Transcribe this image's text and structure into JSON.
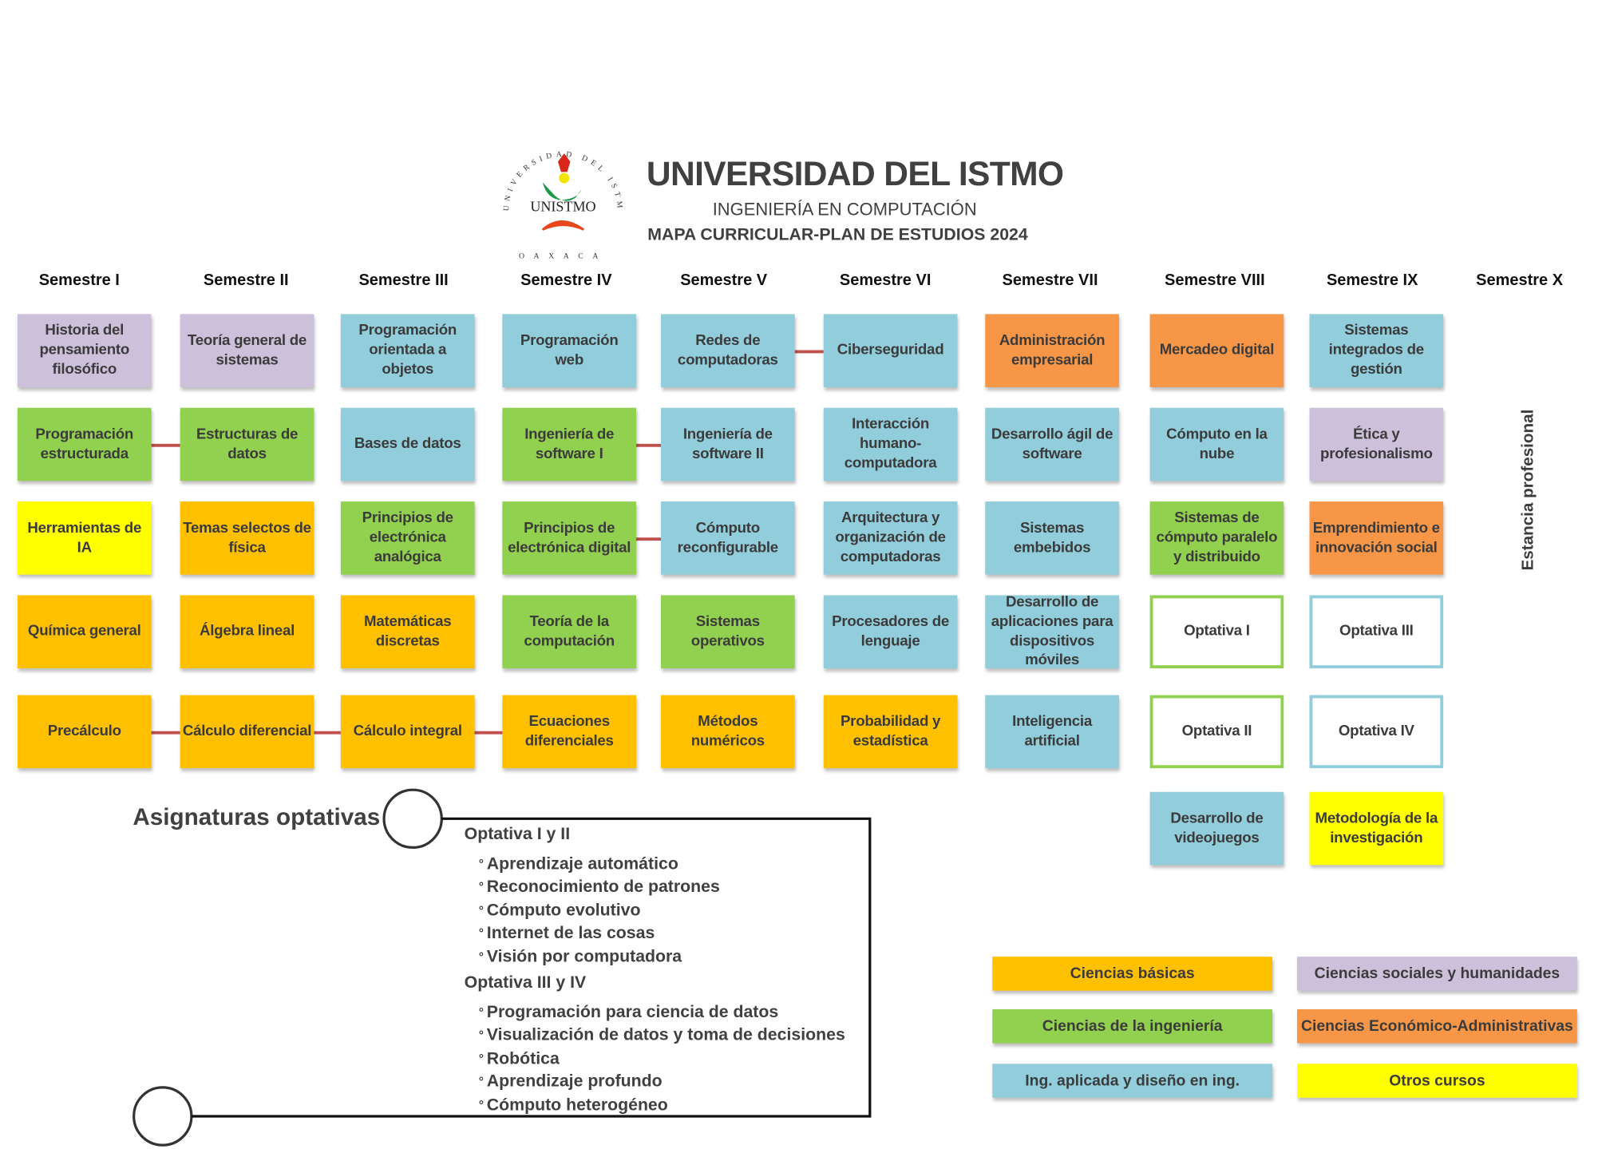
{
  "header": {
    "title": "UNIVERSIDAD DEL ISTMO",
    "program": "INGENIERÍA EN COMPUTACIÓN",
    "plan": "MAPA CURRICULAR-PLAN DE ESTUDIOS 2024",
    "logo": {
      "ring_text": "UNIVERSIDAD DEL ISTMO",
      "bottom_text": "OAXACA",
      "name": "UNISTMO"
    }
  },
  "semesters": [
    "Semestre I",
    "Semestre II",
    "Semestre III",
    "Semestre IV",
    "Semestre V",
    "Semestre VI",
    "Semestre VII",
    "Semestre VIII",
    "Semestre IX",
    "Semestre X"
  ],
  "colors": {
    "basicas": "#ffc000",
    "ingenieria": "#92d050",
    "aplicada": "#92cddc",
    "sociales": "#ccc0da",
    "economico": "#f79646",
    "otros": "#ffff00",
    "connector": "#c0504d"
  },
  "courses": [
    {
      "sem": 0,
      "row": 0,
      "cat": "sociales",
      "name": "Historia del pensamiento filosófico"
    },
    {
      "sem": 0,
      "row": 1,
      "cat": "ingenieria",
      "name": "Programación estructurada"
    },
    {
      "sem": 0,
      "row": 2,
      "cat": "otros",
      "name": "Herramientas de IA"
    },
    {
      "sem": 0,
      "row": 3,
      "cat": "basicas",
      "name": "Química general"
    },
    {
      "sem": 0,
      "row": 4,
      "cat": "basicas",
      "name": "Precálculo"
    },
    {
      "sem": 1,
      "row": 0,
      "cat": "sociales",
      "name": "Teoría general de sistemas"
    },
    {
      "sem": 1,
      "row": 1,
      "cat": "ingenieria",
      "name": "Estructuras de datos"
    },
    {
      "sem": 1,
      "row": 2,
      "cat": "basicas",
      "name": "Temas selectos de física"
    },
    {
      "sem": 1,
      "row": 3,
      "cat": "basicas",
      "name": "Álgebra lineal"
    },
    {
      "sem": 1,
      "row": 4,
      "cat": "basicas",
      "name": "Cálculo diferencial"
    },
    {
      "sem": 2,
      "row": 0,
      "cat": "aplicada",
      "name": "Programación orientada a objetos"
    },
    {
      "sem": 2,
      "row": 1,
      "cat": "aplicada",
      "name": "Bases de datos"
    },
    {
      "sem": 2,
      "row": 2,
      "cat": "ingenieria",
      "name": "Principios de electrónica analógica"
    },
    {
      "sem": 2,
      "row": 3,
      "cat": "basicas",
      "name": "Matemáticas discretas"
    },
    {
      "sem": 2,
      "row": 4,
      "cat": "basicas",
      "name": "Cálculo integral"
    },
    {
      "sem": 3,
      "row": 0,
      "cat": "aplicada",
      "name": "Programación web"
    },
    {
      "sem": 3,
      "row": 1,
      "cat": "ingenieria",
      "name": "Ingeniería de software I"
    },
    {
      "sem": 3,
      "row": 2,
      "cat": "ingenieria",
      "name": "Principios de electrónica digital"
    },
    {
      "sem": 3,
      "row": 3,
      "cat": "ingenieria",
      "name": "Teoría de la computación"
    },
    {
      "sem": 3,
      "row": 4,
      "cat": "basicas",
      "name": "Ecuaciones diferenciales"
    },
    {
      "sem": 4,
      "row": 0,
      "cat": "aplicada",
      "name": "Redes de computadoras"
    },
    {
      "sem": 4,
      "row": 1,
      "cat": "aplicada",
      "name": "Ingeniería de software II"
    },
    {
      "sem": 4,
      "row": 2,
      "cat": "aplicada",
      "name": "Cómputo reconfigurable"
    },
    {
      "sem": 4,
      "row": 3,
      "cat": "ingenieria",
      "name": "Sistemas operativos"
    },
    {
      "sem": 4,
      "row": 4,
      "cat": "basicas",
      "name": "Métodos numéricos"
    },
    {
      "sem": 5,
      "row": 0,
      "cat": "aplicada",
      "name": "Ciberseguridad"
    },
    {
      "sem": 5,
      "row": 1,
      "cat": "aplicada",
      "name": "Interacción humano-computadora"
    },
    {
      "sem": 5,
      "row": 2,
      "cat": "aplicada",
      "name": "Arquitectura y organización de computadoras"
    },
    {
      "sem": 5,
      "row": 3,
      "cat": "aplicada",
      "name": "Procesadores de lenguaje"
    },
    {
      "sem": 5,
      "row": 4,
      "cat": "basicas",
      "name": "Probabilidad y estadística"
    },
    {
      "sem": 6,
      "row": 0,
      "cat": "economico",
      "name": "Administración empresarial"
    },
    {
      "sem": 6,
      "row": 1,
      "cat": "aplicada",
      "name": "Desarrollo ágil de software"
    },
    {
      "sem": 6,
      "row": 2,
      "cat": "aplicada",
      "name": "Sistemas embebidos"
    },
    {
      "sem": 6,
      "row": 3,
      "cat": "aplicada",
      "name": "Desarrollo de aplicaciones para dispositivos móviles"
    },
    {
      "sem": 6,
      "row": 4,
      "cat": "aplicada",
      "name": "Inteligencia artificial"
    },
    {
      "sem": 7,
      "row": 0,
      "cat": "economico",
      "name": "Mercadeo digital"
    },
    {
      "sem": 7,
      "row": 1,
      "cat": "aplicada",
      "name": "Cómputo en la nube"
    },
    {
      "sem": 7,
      "row": 2,
      "cat": "ingenieria",
      "name": "Sistemas de cómputo paralelo y distribuido"
    },
    {
      "sem": 7,
      "row": 3,
      "cat": "ingenieria",
      "outline": true,
      "name": "Optativa I"
    },
    {
      "sem": 7,
      "row": 4,
      "cat": "ingenieria",
      "outline": true,
      "name": "Optativa II"
    },
    {
      "sem": 7,
      "row": 5,
      "cat": "aplicada",
      "name": "Desarrollo de videojuegos"
    },
    {
      "sem": 8,
      "row": 0,
      "cat": "aplicada",
      "name": "Sistemas integrados de gestión"
    },
    {
      "sem": 8,
      "row": 1,
      "cat": "sociales",
      "name": "Ética y profesionalismo"
    },
    {
      "sem": 8,
      "row": 2,
      "cat": "economico",
      "name": "Emprendimiento e innovación social"
    },
    {
      "sem": 8,
      "row": 3,
      "cat": "aplicada",
      "outline": true,
      "name": "Optativa III"
    },
    {
      "sem": 8,
      "row": 4,
      "cat": "aplicada",
      "outline": true,
      "name": "Optativa IV"
    },
    {
      "sem": 8,
      "row": 5,
      "cat": "otros",
      "name": "Metodología de la investigación"
    }
  ],
  "prerequisites": [
    {
      "from_sem": 4,
      "row": 0
    },
    {
      "from_sem": 0,
      "row": 1
    },
    {
      "from_sem": 3,
      "row": 1
    },
    {
      "from_sem": 3,
      "row": 2
    },
    {
      "from_sem": 0,
      "row": 4
    },
    {
      "from_sem": 1,
      "row": 4
    },
    {
      "from_sem": 2,
      "row": 4
    }
  ],
  "estancia": "Estancia profesional",
  "optativas": {
    "title": "Asignaturas optativas",
    "groups": [
      {
        "heading": "Optativa I y II",
        "items": [
          "Aprendizaje automático",
          "Reconocimiento de patrones",
          "Cómputo evolutivo",
          "Internet de las cosas",
          "Visión por computadora"
        ]
      },
      {
        "heading": "Optativa III y IV",
        "items": [
          "Programación para ciencia de datos",
          "Visualización de datos y toma de decisiones",
          "Robótica",
          "Aprendizaje profundo",
          "Cómputo heterogéneo"
        ]
      }
    ]
  },
  "legend": [
    {
      "cat": "basicas",
      "label": "Ciencias básicas"
    },
    {
      "cat": "sociales",
      "label": "Ciencias sociales y humanidades"
    },
    {
      "cat": "ingenieria",
      "label": "Ciencias de la ingeniería"
    },
    {
      "cat": "economico",
      "label": "Ciencias Económico-Administrativas"
    },
    {
      "cat": "aplicada",
      "label": "Ing. aplicada y diseño en ing."
    },
    {
      "cat": "otros",
      "label": "Otros cursos"
    }
  ]
}
